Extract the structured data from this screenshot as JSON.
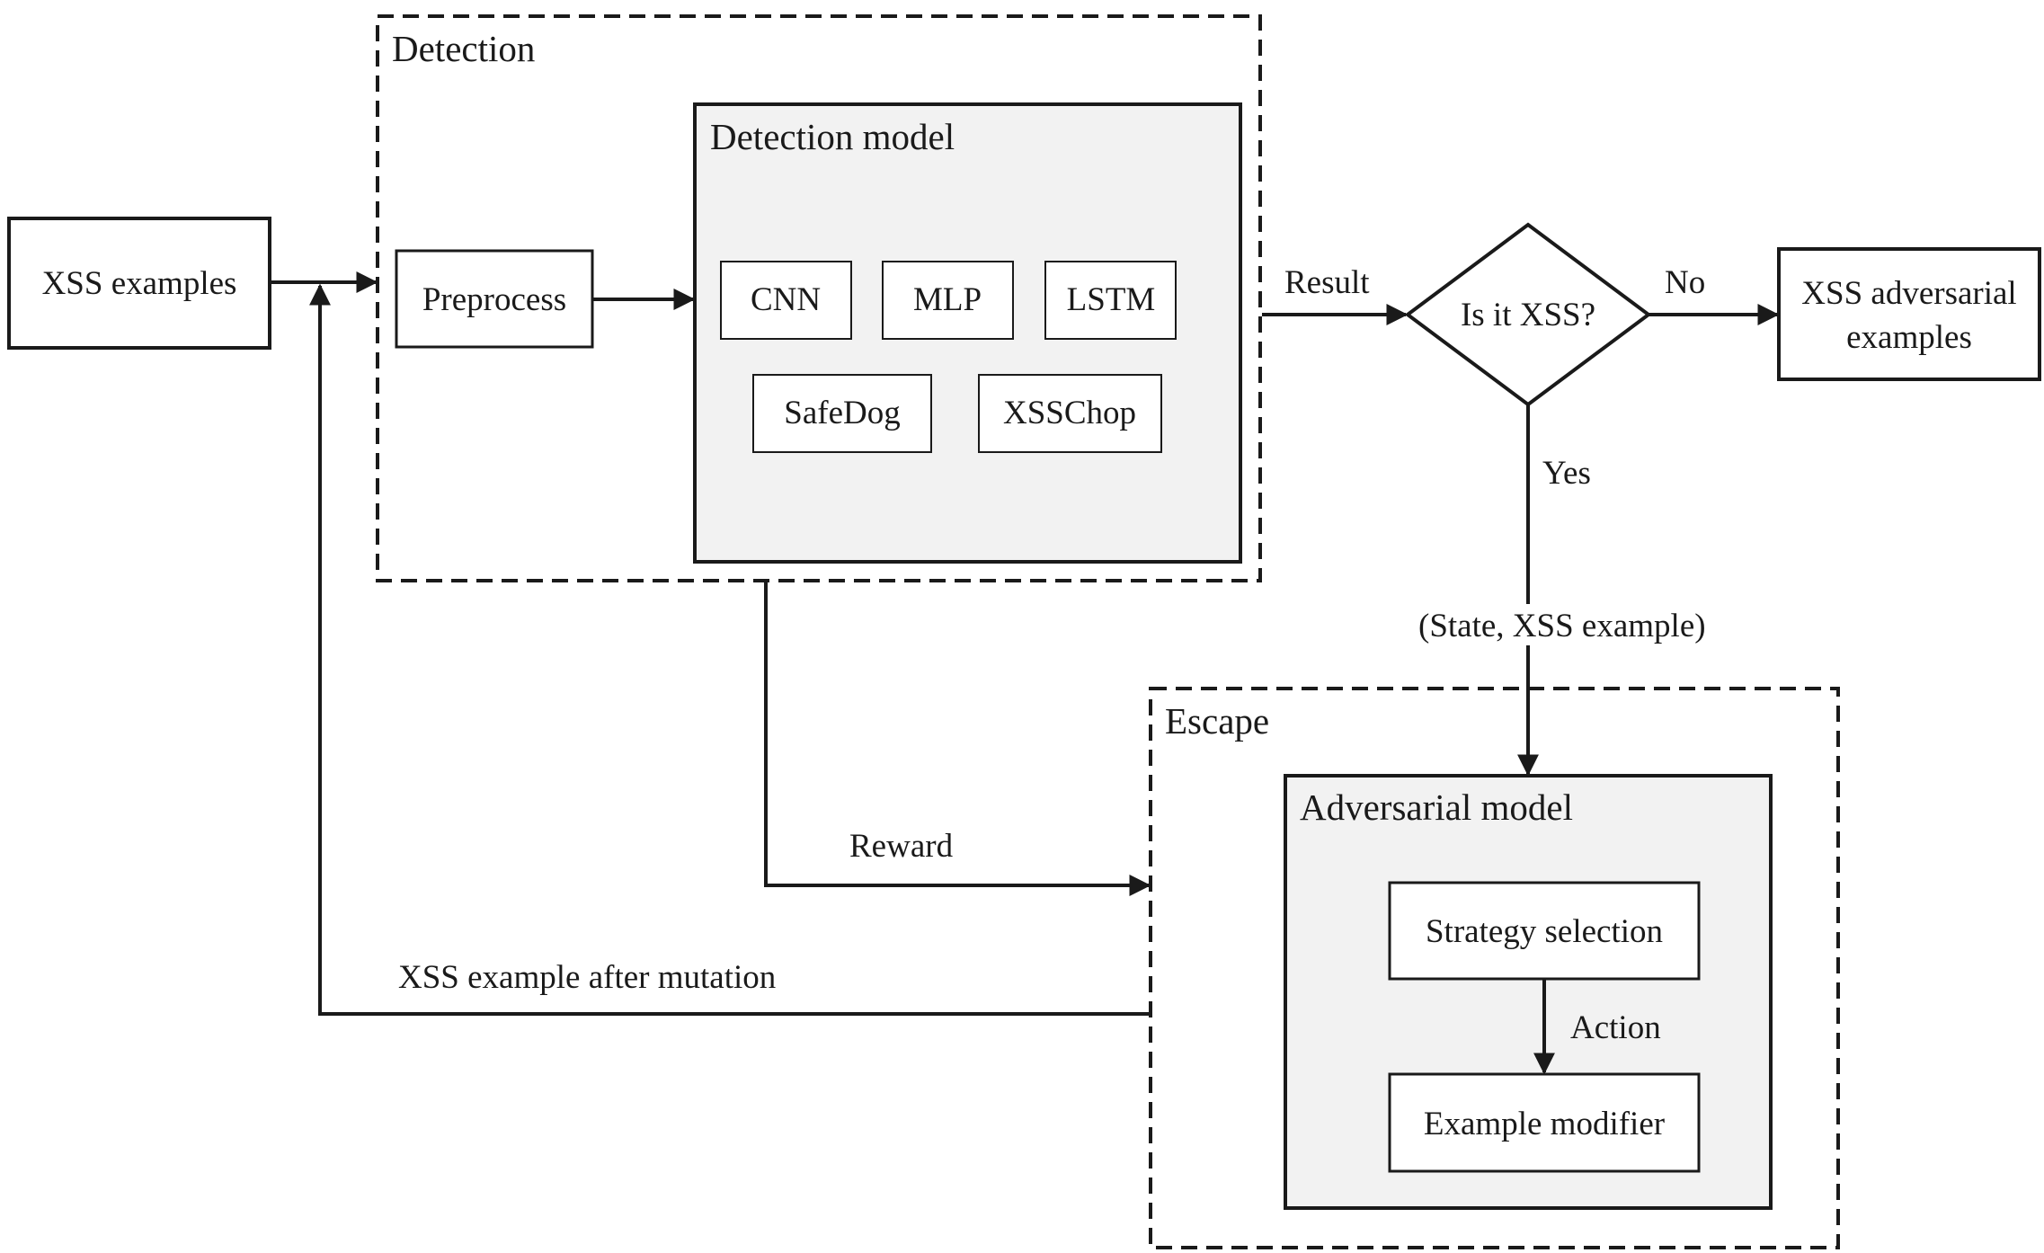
{
  "groups": {
    "detection": "Detection",
    "detection_model": "Detection model",
    "escape": "Escape",
    "adversarial_model": "Adversarial model"
  },
  "nodes": {
    "xss_examples": "XSS examples",
    "preprocess": "Preprocess",
    "cnn": "CNN",
    "mlp": "MLP",
    "lstm": "LSTM",
    "safedog": "SafeDog",
    "xsschop": "XSSChop",
    "decision": "Is it XSS?",
    "adversarial_out_line1": "XSS adversarial",
    "adversarial_out_line2": "examples",
    "strategy_selection": "Strategy selection",
    "example_modifier": "Example modifier"
  },
  "edges": {
    "result": "Result",
    "no": "No",
    "yes": "Yes",
    "state_example": "(State,  XSS example)",
    "reward": "Reward",
    "mutation": "XSS example after mutation",
    "action": "Action"
  }
}
